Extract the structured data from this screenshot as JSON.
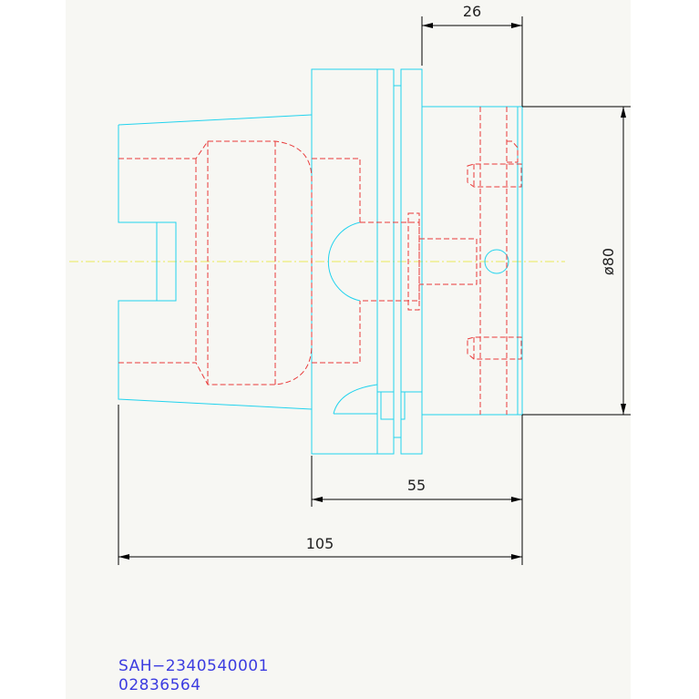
{
  "dimensions": {
    "top": "26",
    "diameter": "ø80",
    "middle": "55",
    "overall": "105"
  },
  "part": {
    "code": "SAH−2340540001",
    "number": "02836564"
  },
  "colors": {
    "outline": "#22d3ee",
    "hidden": "#e83a3a",
    "centerline": "#e8e85a",
    "dimension": "#000000",
    "label": "#3c3ce0"
  }
}
